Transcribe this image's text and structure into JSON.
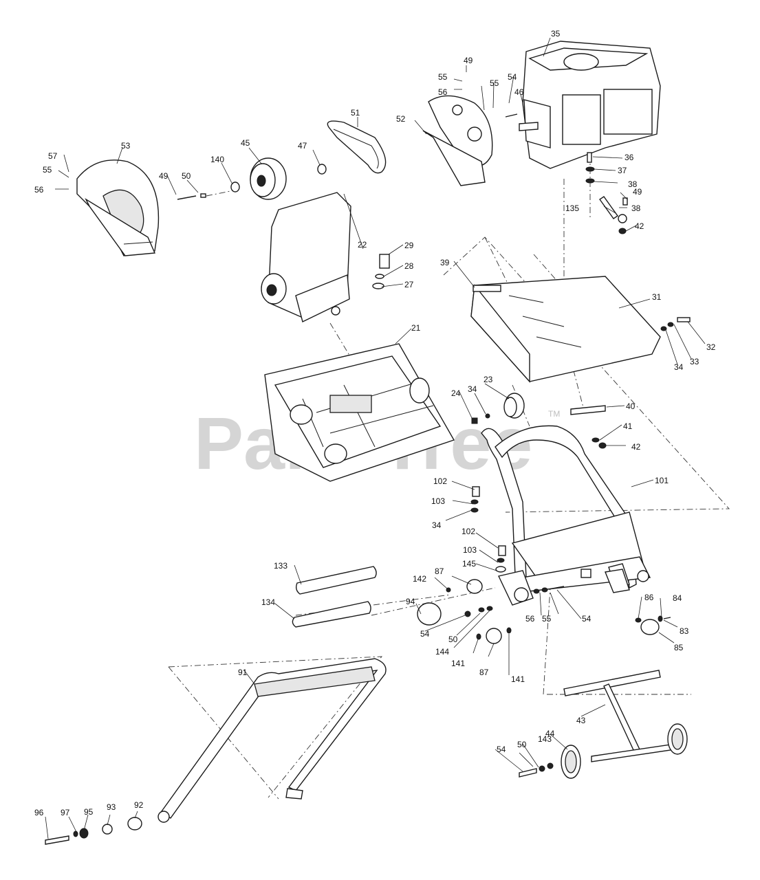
{
  "diagram": {
    "callouts": [
      "35",
      "49",
      "55",
      "56",
      "55",
      "54",
      "46",
      "51",
      "52",
      "53",
      "57",
      "55",
      "56",
      "45",
      "47",
      "140",
      "49",
      "50",
      "36",
      "37",
      "38",
      "49",
      "38",
      "135",
      "42",
      "22",
      "29",
      "28",
      "27",
      "39",
      "31",
      "32",
      "34",
      "33",
      "21",
      "23",
      "34",
      "24",
      "40",
      "41",
      "42",
      "102",
      "103",
      "34",
      "101",
      "102",
      "103",
      "145",
      "87",
      "142",
      "133",
      "134",
      "94",
      "54",
      "50",
      "56",
      "55",
      "54",
      "86",
      "84",
      "83",
      "85",
      "144",
      "141",
      "87",
      "141",
      "91",
      "43",
      "54",
      "50",
      "143",
      "44",
      "96",
      "97",
      "95",
      "93",
      "92"
    ]
  },
  "watermark": {
    "text": "PartsTree",
    "trademark": "TM"
  }
}
